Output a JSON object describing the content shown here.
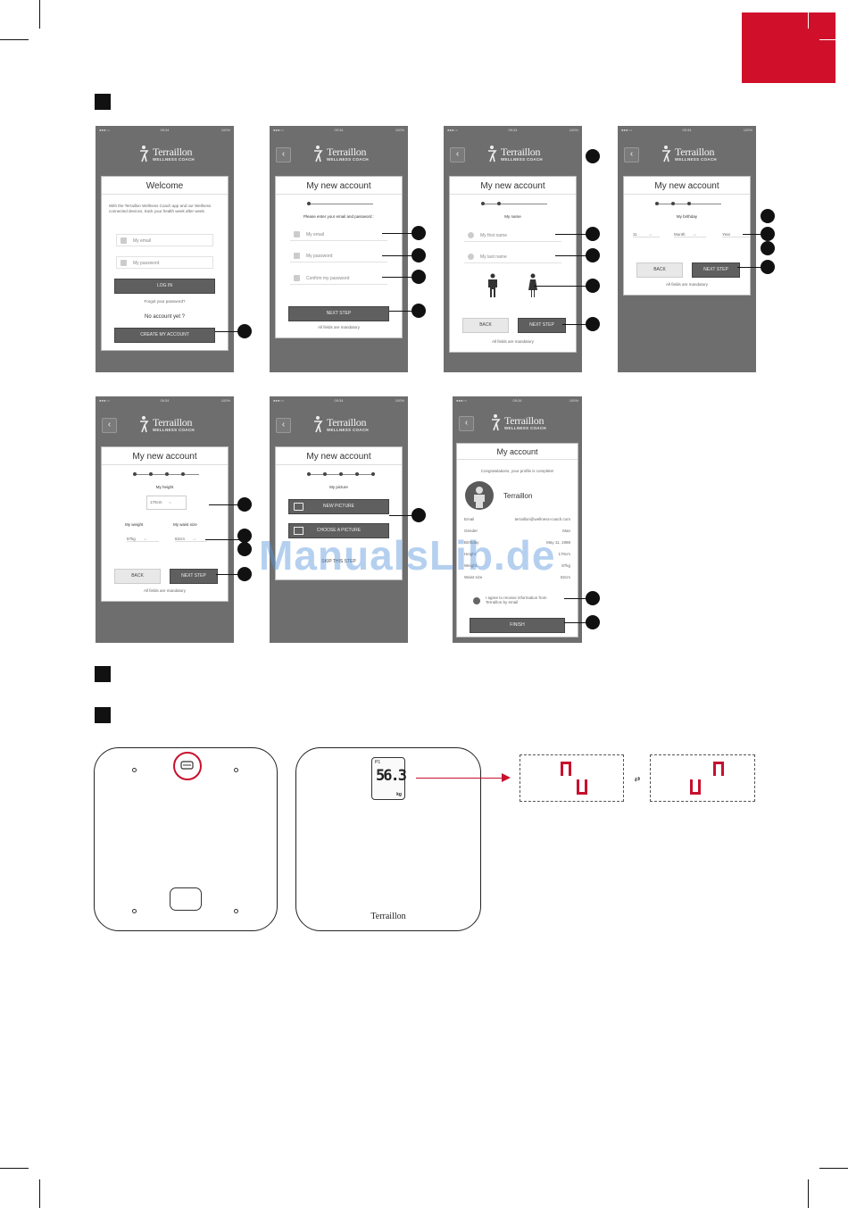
{
  "brand": {
    "name": "Terraillon",
    "sub": "WELLNESS COACH",
    "accent": "#c8102e"
  },
  "watermark": "ManualsLib.de",
  "status": {
    "carrier": "●●●○○",
    "time": "09:34",
    "battery": "100%"
  },
  "screen1": {
    "title": "Welcome",
    "intro": "With the Terraillon Wellness Coach app and our Wellness connected devices, track your health week after week.",
    "email_placeholder": "My email",
    "password_placeholder": "My password",
    "login": "LOG IN",
    "forgot": "Forgot your password?",
    "no_account": "No account yet ?",
    "create": "CREATE MY ACCOUNT"
  },
  "screen2": {
    "title": "My new account",
    "prompt": "Please enter your email and password :",
    "email": "My email",
    "password": "My password",
    "confirm": "Confirm my password",
    "next": "NEXT STEP",
    "mandatory": "All fields are mandatory"
  },
  "screen3": {
    "title": "My new account",
    "label": "My name",
    "first": "My first name",
    "last": "My last name",
    "back": "BACK",
    "next": "NEXT STEP",
    "mandatory": "All fields are mandatory"
  },
  "screen4": {
    "title": "My new account",
    "label": "My birthday",
    "day": "11",
    "month": "Month",
    "year": "Year",
    "back": "BACK",
    "next": "NEXT STEP",
    "mandatory": "All fields are mandatory"
  },
  "screen5": {
    "title": "My new account",
    "height_label": "My height",
    "height_value": "170cm",
    "weight_label": "My weight",
    "weight_value": "87kg",
    "waist_label": "My waist size",
    "waist_value": "82cm",
    "back": "BACK",
    "next": "NEXT STEP",
    "mandatory": "All fields are mandatory"
  },
  "screen6": {
    "title": "My new account",
    "label": "My picture",
    "new_picture": "NEW PICTURE",
    "choose_picture": "CHOOSE A PICTURE",
    "skip": "SKIP THIS STEP"
  },
  "screen7": {
    "title": "My account",
    "congrats": "Congratulations, your profile is complete!",
    "name": "Terraillon",
    "rows": [
      {
        "k": "Email",
        "v": "terraillon@wellness-coach.com"
      },
      {
        "k": "Gender",
        "v": "Man"
      },
      {
        "k": "Birthday",
        "v": "May 11, 1988"
      },
      {
        "k": "Height",
        "v": "170cm"
      },
      {
        "k": "Weight",
        "v": "87kg"
      },
      {
        "k": "Waist size",
        "v": "82cm"
      }
    ],
    "agree": "I agree to receive information from Terraillon by email",
    "finish": "FINISH"
  },
  "scale": {
    "display": "56.3",
    "unit": "kg",
    "p": "P1",
    "brand": "Terraillon"
  }
}
